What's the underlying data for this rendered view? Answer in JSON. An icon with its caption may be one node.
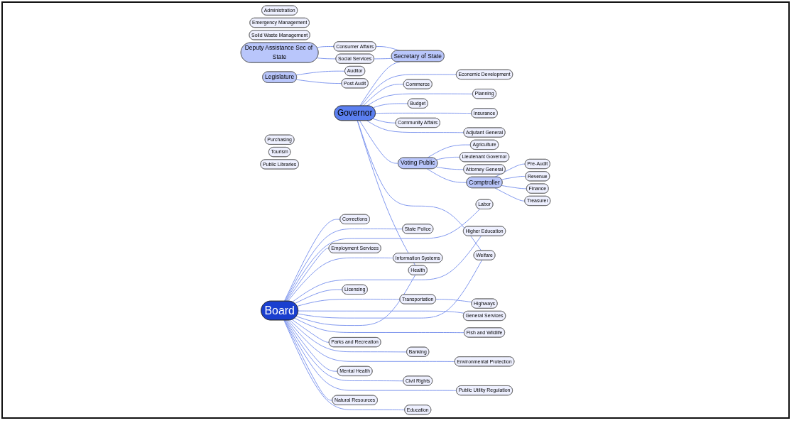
{
  "diagram": {
    "nodes": [
      {
        "text": [
          "Administration"
        ]
      },
      {
        "text": [
          "Emergency Management"
        ]
      },
      {
        "text": [
          "Solid Waste Management"
        ]
      },
      {
        "text": [
          "Deputy Assistance Sec of State"
        ]
      },
      {
        "text": [
          "Consumer Affairs"
        ]
      },
      {
        "text": [
          "Social Services"
        ]
      },
      {
        "text": [
          "Auditor"
        ]
      },
      {
        "text": [
          "Post Audit"
        ]
      },
      {
        "text": [
          "Legislature"
        ]
      },
      {
        "text": [
          "Purchasing"
        ]
      },
      {
        "text": [
          "Tourism"
        ]
      },
      {
        "text": [
          "Secretary of State"
        ]
      },
      {
        "text": [
          "Public Libraries"
        ]
      },
      {
        "text": [
          "Governor"
        ]
      },
      {
        "text": [
          "Economic Development"
        ]
      },
      {
        "text": [
          "Commerce"
        ]
      },
      {
        "text": [
          "Planning"
        ]
      },
      {
        "text": [
          "Budget"
        ]
      },
      {
        "text": [
          "Insurance"
        ]
      },
      {
        "text": [
          "Community Affairs"
        ]
      },
      {
        "text": [
          "Adjutant General"
        ]
      },
      {
        "text": [
          "Agriculture"
        ]
      },
      {
        "text": [
          "Voting Public"
        ]
      },
      {
        "text": [
          "Lieutenant Governor"
        ]
      },
      {
        "text": [
          "Attorney General"
        ]
      },
      {
        "text": [
          "Pre-Audit"
        ]
      },
      {
        "text": [
          "Comptroller"
        ]
      },
      {
        "text": [
          "Revenue"
        ]
      },
      {
        "text": [
          "Finance"
        ]
      },
      {
        "text": [
          "Treasurer"
        ]
      },
      {
        "text": [
          "Board"
        ]
      },
      {
        "text": [
          "Corrections"
        ]
      },
      {
        "text": [
          "State Police"
        ]
      },
      {
        "text": [
          "Labor"
        ]
      },
      {
        "text": [
          "Employment Services"
        ]
      },
      {
        "text": [
          "Information Systems"
        ]
      },
      {
        "text": [
          "Higher Education"
        ]
      },
      {
        "text": [
          "Licensing"
        ]
      },
      {
        "text": [
          "Highways"
        ]
      },
      {
        "text": [
          "Transportation"
        ]
      },
      {
        "text": [
          "General Services"
        ]
      },
      {
        "text": [
          "Welfare"
        ]
      },
      {
        "text": [
          "Health"
        ]
      },
      {
        "text": [
          "Fish and Wildlife"
        ]
      },
      {
        "text": [
          "Parks and Recreation"
        ]
      },
      {
        "text": [
          "Banking"
        ]
      },
      {
        "text": [
          "Environmental Protection"
        ]
      },
      {
        "text": [
          "Mental Health"
        ]
      },
      {
        "text": [
          "Civil Rights"
        ]
      },
      {
        "text": [
          "Public Utility Regulation"
        ]
      },
      {
        "text": [
          "Natural Resources"
        ]
      },
      {
        "text": [
          "Education"
        ]
      }
    ],
    "edges": [
      {
        "from": 3,
        "to": 4,
        "arrow": "none"
      },
      {
        "from": 4,
        "to": 11,
        "arrow": "none"
      },
      {
        "from": 3,
        "to": 5,
        "arrow": "none"
      },
      {
        "from": 5,
        "to": 11,
        "arrow": "none"
      },
      {
        "from": 8,
        "to": 6,
        "arrow": "none"
      },
      {
        "from": 8,
        "to": 7,
        "arrow": "none"
      },
      {
        "from": 13,
        "to": 11,
        "arrow": "none"
      },
      {
        "from": 13,
        "to": 14,
        "arrow": "none"
      },
      {
        "from": 13,
        "to": 15,
        "arrow": "none"
      },
      {
        "from": 13,
        "to": 16,
        "arrow": "none"
      },
      {
        "from": 13,
        "to": 17,
        "arrow": "none"
      },
      {
        "from": 13,
        "to": 18,
        "arrow": "none"
      },
      {
        "from": 13,
        "to": 19,
        "arrow": "none"
      },
      {
        "from": 13,
        "to": 20,
        "arrow": "none"
      },
      {
        "from": 13,
        "to": 22,
        "arrow": "none"
      },
      {
        "from": 13,
        "to": 41,
        "arrow": "none"
      },
      {
        "from": 13,
        "to": 42,
        "arrow": "none"
      },
      {
        "from": 22,
        "to": 21,
        "arrow": "none"
      },
      {
        "from": 22,
        "to": 23,
        "arrow": "none"
      },
      {
        "from": 22,
        "to": 24,
        "arrow": "none"
      },
      {
        "from": 22,
        "to": 26,
        "arrow": "none"
      },
      {
        "from": 26,
        "to": 25,
        "arrow": "none"
      },
      {
        "from": 26,
        "to": 27,
        "arrow": "none"
      },
      {
        "from": 26,
        "to": 28,
        "arrow": "none"
      },
      {
        "from": 26,
        "to": 29,
        "arrow": "none"
      },
      {
        "from": 30,
        "to": 31,
        "arrow": "none"
      },
      {
        "from": 30,
        "to": 32,
        "arrow": "none"
      },
      {
        "from": 30,
        "to": 33,
        "arrow": "none"
      },
      {
        "from": 30,
        "to": 34,
        "arrow": "none"
      },
      {
        "from": 30,
        "to": 35,
        "arrow": "none"
      },
      {
        "from": 30,
        "to": 36,
        "arrow": "none"
      },
      {
        "from": 30,
        "to": 37,
        "arrow": "none"
      },
      {
        "from": 30,
        "to": 39,
        "arrow": "none"
      },
      {
        "from": 39,
        "to": 38,
        "arrow": "none"
      },
      {
        "from": 30,
        "to": 40,
        "arrow": "none"
      },
      {
        "from": 30,
        "to": 41,
        "arrow": "none"
      },
      {
        "from": 30,
        "to": 42,
        "arrow": "none"
      },
      {
        "from": 30,
        "to": 43,
        "arrow": "none"
      },
      {
        "from": 30,
        "to": 44,
        "arrow": "none"
      },
      {
        "from": 30,
        "to": 45,
        "arrow": "none"
      },
      {
        "from": 30,
        "to": 46,
        "arrow": "none"
      },
      {
        "from": 30,
        "to": 47,
        "arrow": "none"
      },
      {
        "from": 30,
        "to": 48,
        "arrow": "none"
      },
      {
        "from": 30,
        "to": 49,
        "arrow": "none"
      },
      {
        "from": 30,
        "to": 50,
        "arrow": "none"
      },
      {
        "from": 30,
        "to": 51,
        "arrow": "none"
      }
    ]
  }
}
